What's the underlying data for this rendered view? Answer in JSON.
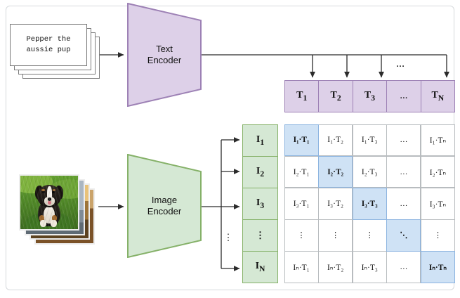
{
  "figure": {
    "title": "CLIP contrastive pre-training diagram",
    "background": "#ffffff",
    "panel_border": "#d6d9dc"
  },
  "text_branch": {
    "card_text_line1": "Pepper the",
    "card_text_line2": "aussie pup",
    "card_count": 4,
    "encoder_label_line1": "Text",
    "encoder_label_line2": "Encoder",
    "encoder_fill": "#ddd0e8",
    "encoder_stroke": "#9d81b5"
  },
  "image_branch": {
    "photo_count": 4,
    "photo_alt": "aussie puppy on grass",
    "encoder_label_line1": "Image",
    "encoder_label_line2": "Encoder",
    "encoder_fill": "#d5e8d4",
    "encoder_stroke": "#85b168"
  },
  "text_embeddings": {
    "fill": "#ddd0e8",
    "stroke": "#9d81b5",
    "cells": [
      {
        "base": "T",
        "sub": "1"
      },
      {
        "base": "T",
        "sub": "2"
      },
      {
        "base": "T",
        "sub": "3"
      },
      {
        "base": "...",
        "sub": ""
      },
      {
        "base": "T",
        "sub": "N"
      }
    ]
  },
  "image_embeddings": {
    "fill": "#d5e8d4",
    "stroke": "#85b168",
    "cells": [
      {
        "base": "I",
        "sub": "1"
      },
      {
        "base": "I",
        "sub": "2"
      },
      {
        "base": "I",
        "sub": "3"
      },
      {
        "base": "⋮",
        "sub": ""
      },
      {
        "base": "I",
        "sub": "N"
      }
    ]
  },
  "labels": {
    "bus_ellipsis": "…",
    "column_vdots": "⋮"
  },
  "similarity_matrix": {
    "highlight_fill": "#cfe2f5",
    "highlight_stroke": "#8cb4e0",
    "cell_stroke": "#b8bcbf",
    "rows": [
      [
        {
          "text": "I₁·T₁",
          "highlight": true
        },
        {
          "text": "I₁·T₂",
          "highlight": false
        },
        {
          "text": "I₁·T₃",
          "highlight": false
        },
        {
          "text": "…",
          "highlight": false
        },
        {
          "text": "I₁·Tₙ",
          "highlight": false
        }
      ],
      [
        {
          "text": "I₂·T₁",
          "highlight": false
        },
        {
          "text": "I₂·T₂",
          "highlight": true
        },
        {
          "text": "I₂·T₃",
          "highlight": false
        },
        {
          "text": "…",
          "highlight": false
        },
        {
          "text": "I₂·Tₙ",
          "highlight": false
        }
      ],
      [
        {
          "text": "I₃·T₁",
          "highlight": false
        },
        {
          "text": "I₃·T₂",
          "highlight": false
        },
        {
          "text": "I₃·T₃",
          "highlight": true
        },
        {
          "text": "…",
          "highlight": false
        },
        {
          "text": "I₃·Tₙ",
          "highlight": false
        }
      ],
      [
        {
          "text": "⋮",
          "highlight": false
        },
        {
          "text": "⋮",
          "highlight": false
        },
        {
          "text": "⋮",
          "highlight": false
        },
        {
          "text": "⋱",
          "highlight": true
        },
        {
          "text": "⋮",
          "highlight": false
        }
      ],
      [
        {
          "text": "Iₙ·T₁",
          "highlight": false
        },
        {
          "text": "Iₙ·T₂",
          "highlight": false
        },
        {
          "text": "Iₙ·T₃",
          "highlight": false
        },
        {
          "text": "…",
          "highlight": false
        },
        {
          "text": "Iₙ·Tₙ",
          "highlight": true
        }
      ]
    ]
  }
}
